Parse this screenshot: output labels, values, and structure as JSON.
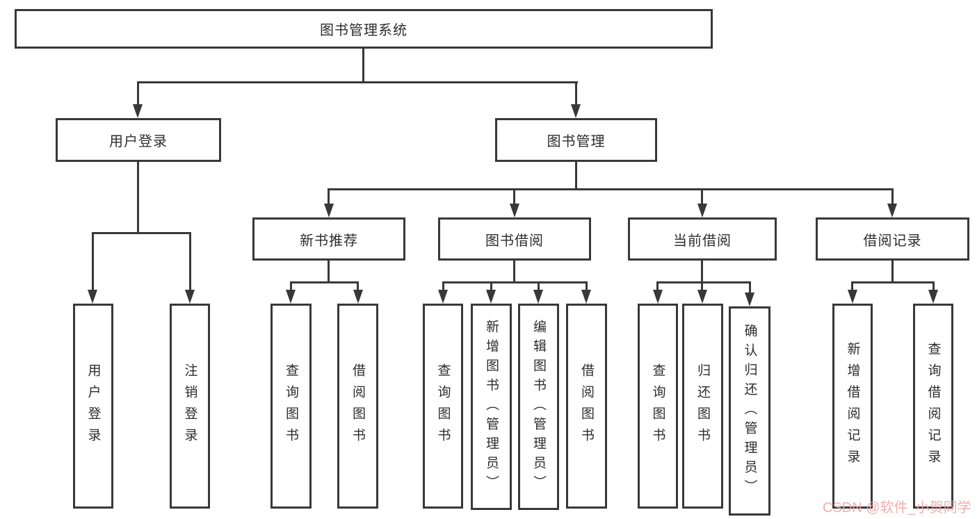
{
  "tree": {
    "root": {
      "label": "图书管理系统",
      "children": [
        {
          "label": "用户登录",
          "children": [
            {
              "label": "用户登录"
            },
            {
              "label": "注销登录"
            }
          ]
        },
        {
          "label": "图书管理",
          "children": [
            {
              "label": "新书推荐",
              "children": [
                {
                  "label": "查询图书"
                },
                {
                  "label": "借阅图书"
                }
              ]
            },
            {
              "label": "图书借阅",
              "children": [
                {
                  "label": "查询图书"
                },
                {
                  "label": "新增图书（管理员）"
                },
                {
                  "label": "编辑图书（管理员）"
                },
                {
                  "label": "借阅图书"
                }
              ]
            },
            {
              "label": "当前借阅",
              "children": [
                {
                  "label": "查询图书"
                },
                {
                  "label": "归还图书"
                },
                {
                  "label": "确认归还（管理员）"
                }
              ]
            },
            {
              "label": "借阅记录",
              "children": [
                {
                  "label": "新增借阅记录"
                },
                {
                  "label": "查询借阅记录"
                }
              ]
            }
          ]
        }
      ]
    }
  },
  "watermark": {
    "text": "CSDN @软件_小贺同学",
    "color": "#f0a6a6"
  },
  "colors": {
    "border": "#383838",
    "line": "#383838",
    "text": "#2d2d2d",
    "background": "#ffffff"
  }
}
